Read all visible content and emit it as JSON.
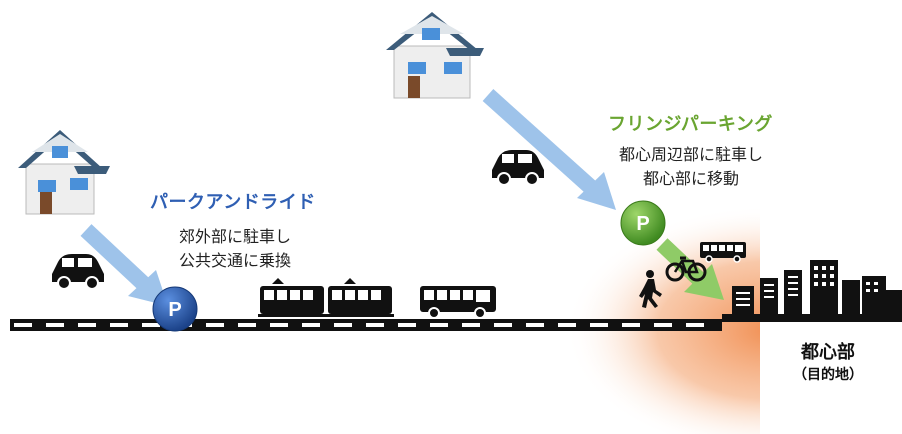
{
  "park_and_ride": {
    "title": "パークアンドライド",
    "line1": "郊外部に駐車し",
    "line2": "公共交通に乗換"
  },
  "fringe_parking": {
    "title": "フリンジパーキング",
    "line1": "都心周辺部に駐車し",
    "line2": "都心部に移動"
  },
  "destination": {
    "label": "都心部",
    "sublabel": "（目的地）"
  },
  "parking_marker": "P",
  "colors": {
    "park_and_ride_title": "#2f5fb3",
    "fringe_title": "#6aa531",
    "arrow_blue": "#9ec3ea",
    "arrow_green": "#8fcb67",
    "parking_blue": "#1f4f9c",
    "parking_green": "#4f9a2a",
    "urban_glow": "#f3a26e"
  },
  "icons": [
    "house-icon",
    "car-icon",
    "tram-icon",
    "bus-icon",
    "pedestrian-icon",
    "bicycle-icon",
    "city-skyline-icon"
  ]
}
